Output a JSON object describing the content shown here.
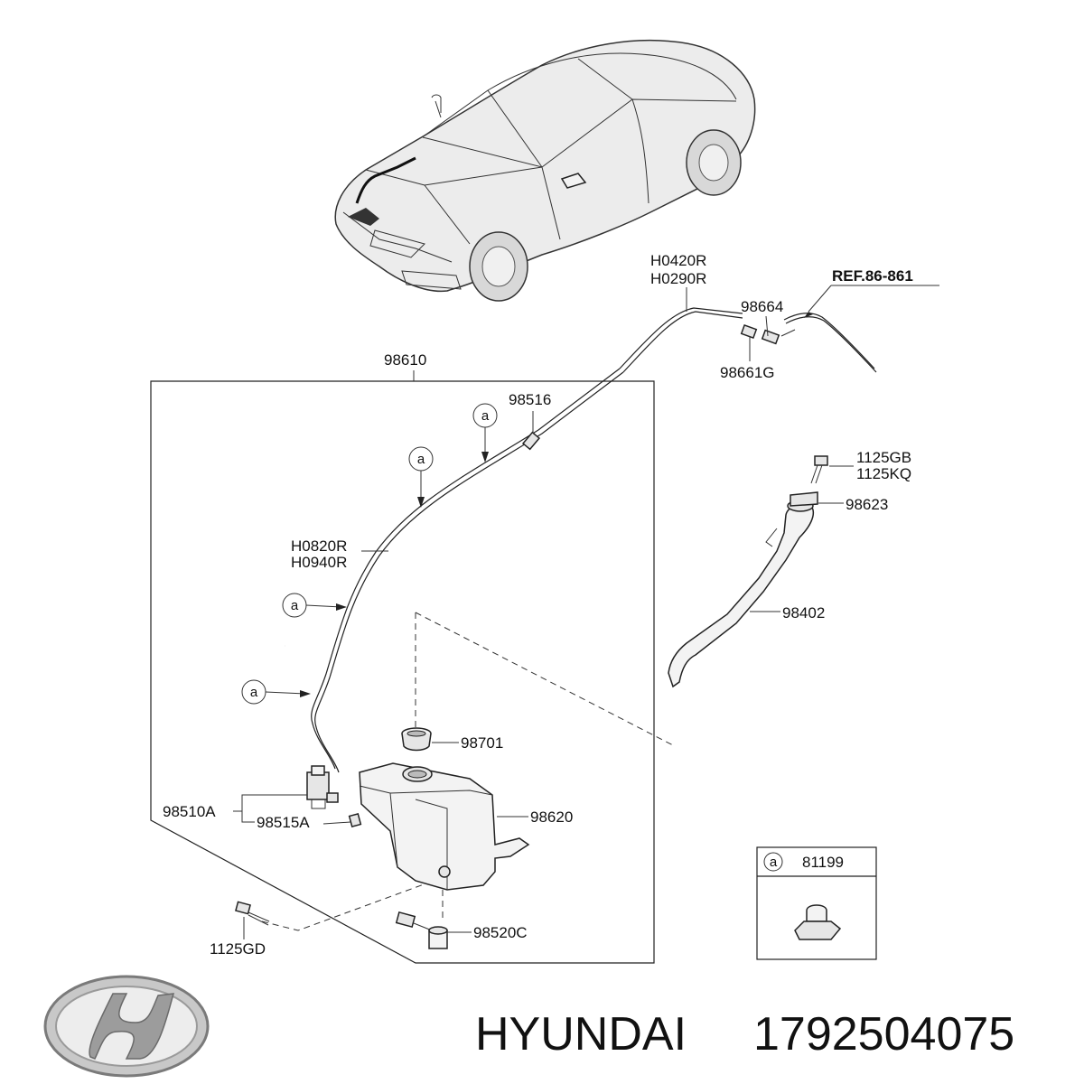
{
  "labels": {
    "hose_front_1": "H0420R",
    "hose_front_2": "H0290R",
    "ref": "REF.86-861",
    "p98664": "98664",
    "p98661g": "98661G",
    "p98610": "98610",
    "p98516": "98516",
    "p1125gb": "1125GB",
    "p1125kq": "1125KQ",
    "p98623": "98623",
    "hose_main_1": "H0820R",
    "hose_main_2": "H0940R",
    "p98402": "98402",
    "p98701": "98701",
    "p98510a": "98510A",
    "p98515a": "98515A",
    "p98620": "98620",
    "p1125gd": "1125GD",
    "p98520c": "98520C",
    "clip_ref": "a",
    "p81199": "81199"
  },
  "brand": {
    "name": "HYUNDAI",
    "part_number": "1792504075"
  }
}
